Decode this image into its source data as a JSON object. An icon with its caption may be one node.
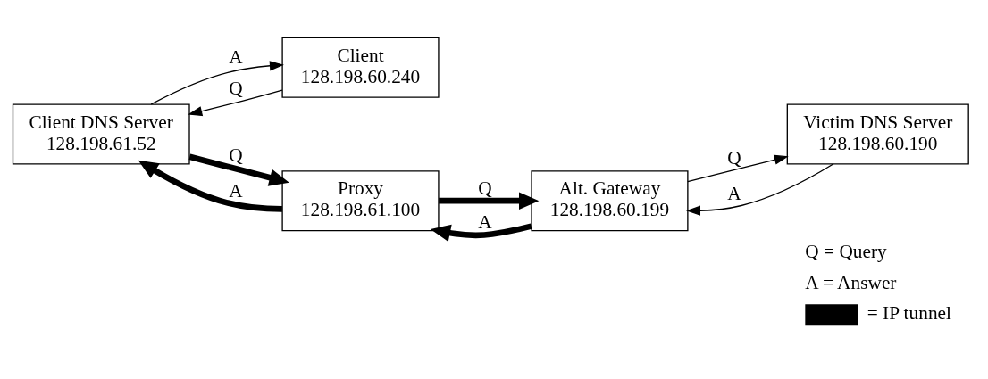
{
  "diagram": {
    "nodes": [
      {
        "text": [
          "Client DNS Server",
          "128.198.61.52"
        ]
      },
      {
        "text": [
          "Victim DNS Server",
          "128.198.60.190"
        ]
      },
      {
        "text": [
          "Client",
          "128.198.60.240"
        ]
      },
      {
        "text": [
          "Proxy",
          "128.198.61.100"
        ]
      },
      {
        "text": [
          "Alt. Gateway",
          "128.198.60.199"
        ]
      }
    ],
    "edges": [
      {
        "from": 2,
        "to": 0,
        "arrow": "to",
        "label": "Q"
      },
      {
        "from": 0,
        "to": 2,
        "arrow": "to",
        "label": "A"
      },
      {
        "from": 0,
        "to": 3,
        "arrow": "to",
        "label": "Q",
        "style": "thick"
      },
      {
        "from": 3,
        "to": 0,
        "arrow": "to",
        "label": "A",
        "style": "thick"
      },
      {
        "from": 3,
        "to": 4,
        "arrow": "to",
        "label": "Q",
        "style": "thick"
      },
      {
        "from": 4,
        "to": 3,
        "arrow": "to",
        "label": "A",
        "style": "thick"
      },
      {
        "from": 4,
        "to": 1,
        "arrow": "to",
        "label": "Q"
      },
      {
        "from": 1,
        "to": 4,
        "arrow": "to",
        "label": "A"
      }
    ],
    "labels": [
      "Q = Query",
      "A = Answer"
    ],
    "legend": [
      {
        "text": "= IP tunnel"
      }
    ]
  }
}
